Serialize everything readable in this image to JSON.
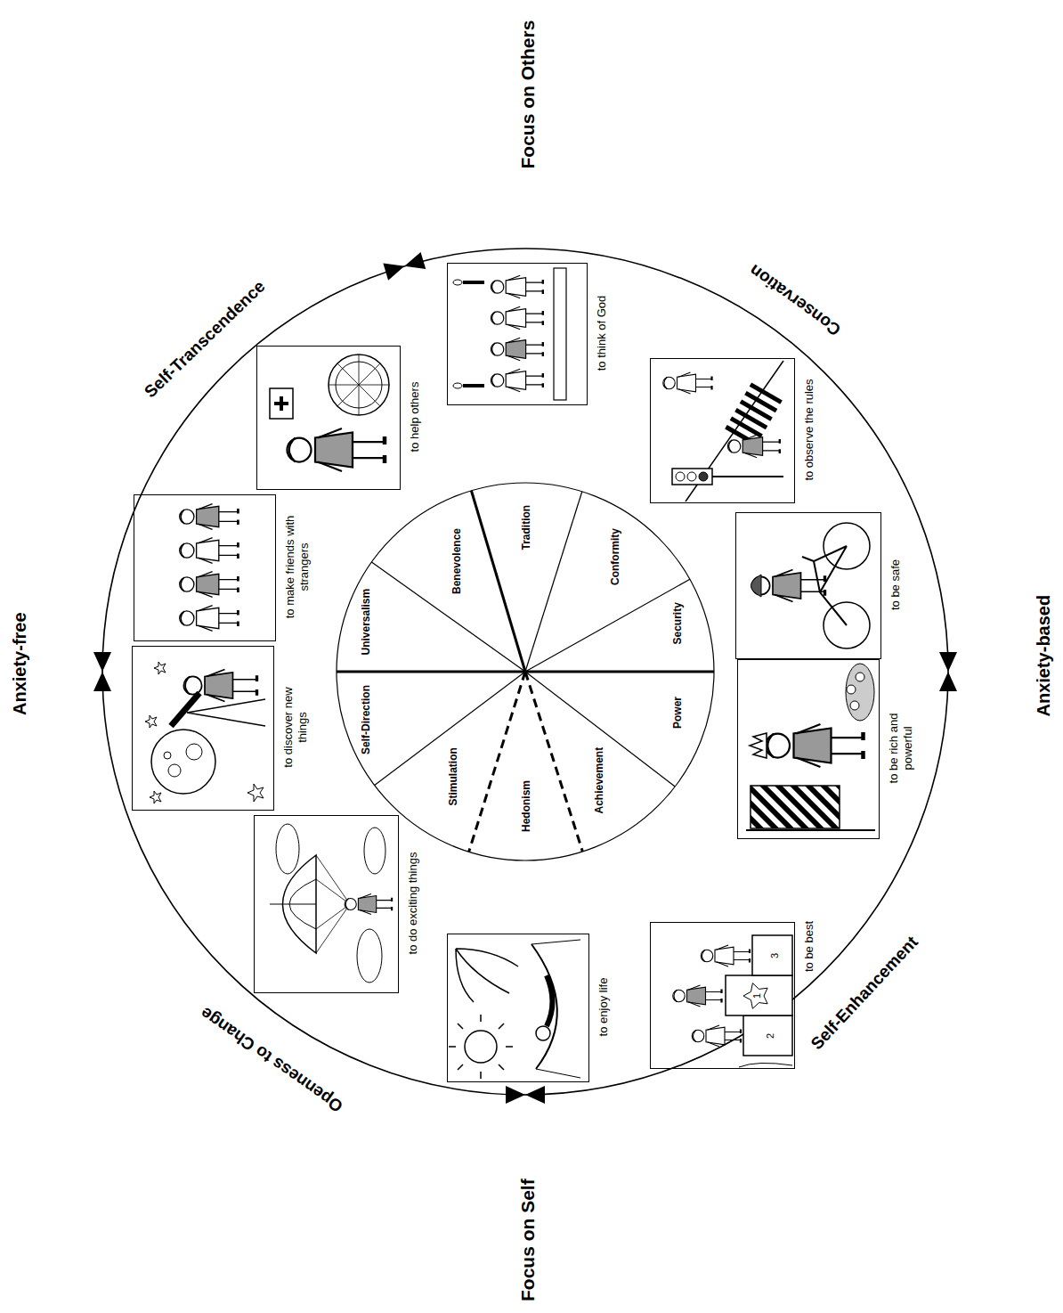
{
  "diagram": {
    "nodes": [
      {
        "text": [
          "Universalism"
        ]
      },
      {
        "text": [
          "Benevolence"
        ]
      },
      {
        "text": [
          "Tradition"
        ]
      },
      {
        "text": [
          "Conformity"
        ]
      },
      {
        "text": [
          "Security"
        ]
      },
      {
        "text": [
          "Power"
        ]
      },
      {
        "text": [
          "Achievement"
        ]
      },
      {
        "text": [
          "Hedonism"
        ]
      },
      {
        "text": [
          "Stimulation"
        ]
      },
      {
        "text": [
          "Self-Direction"
        ]
      },
      {
        "text": [
          "to make friends with strangers"
        ]
      },
      {
        "text": [
          "to help others"
        ]
      },
      {
        "text": [
          "to think of God"
        ]
      },
      {
        "text": [
          "to observe the rules"
        ]
      },
      {
        "text": [
          "to be safe"
        ]
      },
      {
        "text": [
          "to be rich and powerful"
        ]
      },
      {
        "text": [
          "to be best"
        ]
      },
      {
        "text": [
          "to enjoy life"
        ]
      },
      {
        "text": [
          "to do exciting things"
        ]
      },
      {
        "text": [
          "to discover new things"
        ]
      }
    ],
    "edges": [],
    "labels": [
      "Focus on Others",
      "Self-Transcendence",
      "Conservation",
      "Anxiety-free",
      "Anxiety-based",
      "Openness to Change",
      "Self-Enhancement",
      "Focus on Self",
      "2",
      "1",
      "3"
    ]
  }
}
